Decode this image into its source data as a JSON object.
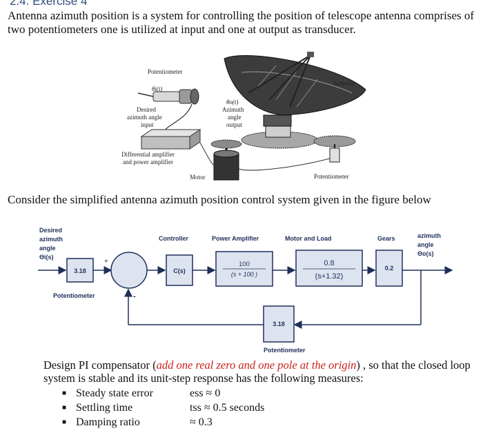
{
  "heading": "2.4. Exercise 4",
  "intro": "Antenna azimuth position is a system for controlling the position of telescope antenna comprises of two potentiometers one is utilized at input and one at output as transducer.",
  "figure": {
    "potentiometer_top": "Potentiometer",
    "theta_i": "θi(t)",
    "desired_1": "Desired",
    "desired_2": "azimuth angle",
    "desired_3": "input",
    "diff_amp_1": "Differential amplifier",
    "diff_amp_2": "and power amplifier",
    "motor": "Motor",
    "theta_o": "θo(t)",
    "azimuth_1": "Azimuth",
    "azimuth_2": "angle",
    "azimuth_3": "output",
    "antenna": "Antenna",
    "potentiometer_bottom": "Potentiometer"
  },
  "consider": "Consider the simplified antenna azimuth position control system given in the figure below",
  "block_diagram": {
    "input_1": "Desired",
    "input_2": "azimuth",
    "input_3": "angle",
    "input_4": "Θi(s)",
    "output_1": "azimuth",
    "output_2": "angle",
    "output_3": "Θo(s)",
    "pot_in_value": "3.18",
    "pot_in_label": "Potentiometer",
    "plus": "+",
    "minus": "-",
    "controller_title": "Controller",
    "controller_tf": "C(s)",
    "amp_title": "Power Amplifier",
    "amp_num": "100",
    "amp_den": "(s + 100 )",
    "motor_title": "Motor and Load",
    "motor_num": "0.8",
    "motor_den": "(s+1.32)",
    "gears_title": "Gears",
    "gears_value": "0.2",
    "feedback_value": "3.18",
    "feedback_label": "Potentiometer",
    "colors": {
      "block_fill": "#dde4f0",
      "block_border": "#1e2f5a"
    }
  },
  "design": {
    "before": "Design PI compensator (",
    "red": "add one real zero and one pole at the origin",
    "after": ") , so that the closed loop system is stable and its unit-step response has the following measures:"
  },
  "specs": [
    {
      "label": "Steady state error",
      "value": "ess  ≈ 0"
    },
    {
      "label": "Settling time",
      "value": "tss  ≈ 0.5  seconds"
    },
    {
      "label": "Damping ratio",
      "value": "≈ 0.3"
    }
  ]
}
